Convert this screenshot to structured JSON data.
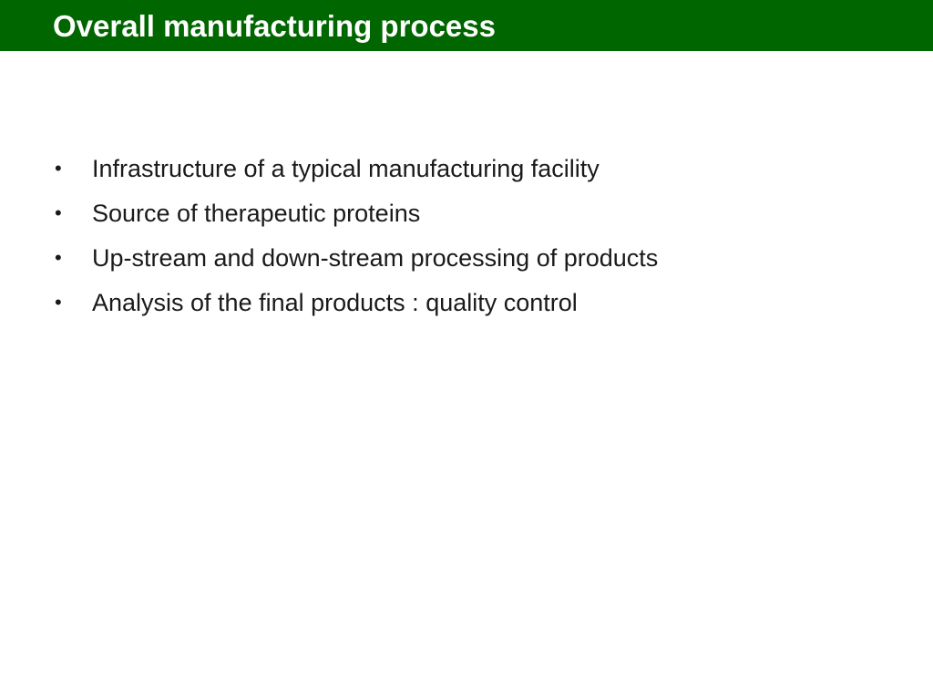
{
  "slide": {
    "title": "Overall manufacturing process",
    "bullet_glyph": "•",
    "bullets": [
      "Infrastructure of a typical manufacturing facility",
      "Source of therapeutic proteins",
      "Up-stream and down-stream processing of products",
      "Analysis of the final products : quality control"
    ]
  },
  "colors": {
    "title_bar": "#006600",
    "title_text": "#ffffff",
    "body_text": "#1a1a1a",
    "background": "#ffffff"
  }
}
